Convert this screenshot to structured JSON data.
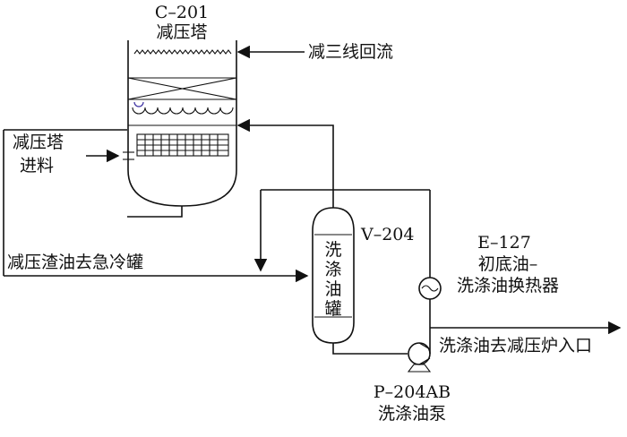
{
  "column": {
    "tag": "C–201",
    "name": "减压塔"
  },
  "reflux_label": "减三线回流",
  "feed_label": {
    "line1": "减压塔",
    "line2": "进料"
  },
  "residue_label": "减压渣油去急冷罐",
  "drum": {
    "tag": "V–204",
    "name_chars": [
      "洗",
      "涤",
      "油",
      "罐"
    ]
  },
  "exchanger": {
    "tag": "E–127",
    "line1": "初底油–",
    "line2": "洗涤油换热器"
  },
  "outlet_label": "洗涤油去减压炉入口",
  "pump": {
    "tag": "P–204AB",
    "name": "洗涤油泵"
  },
  "colors": {
    "line": "#111111",
    "background": "#ffffff"
  }
}
